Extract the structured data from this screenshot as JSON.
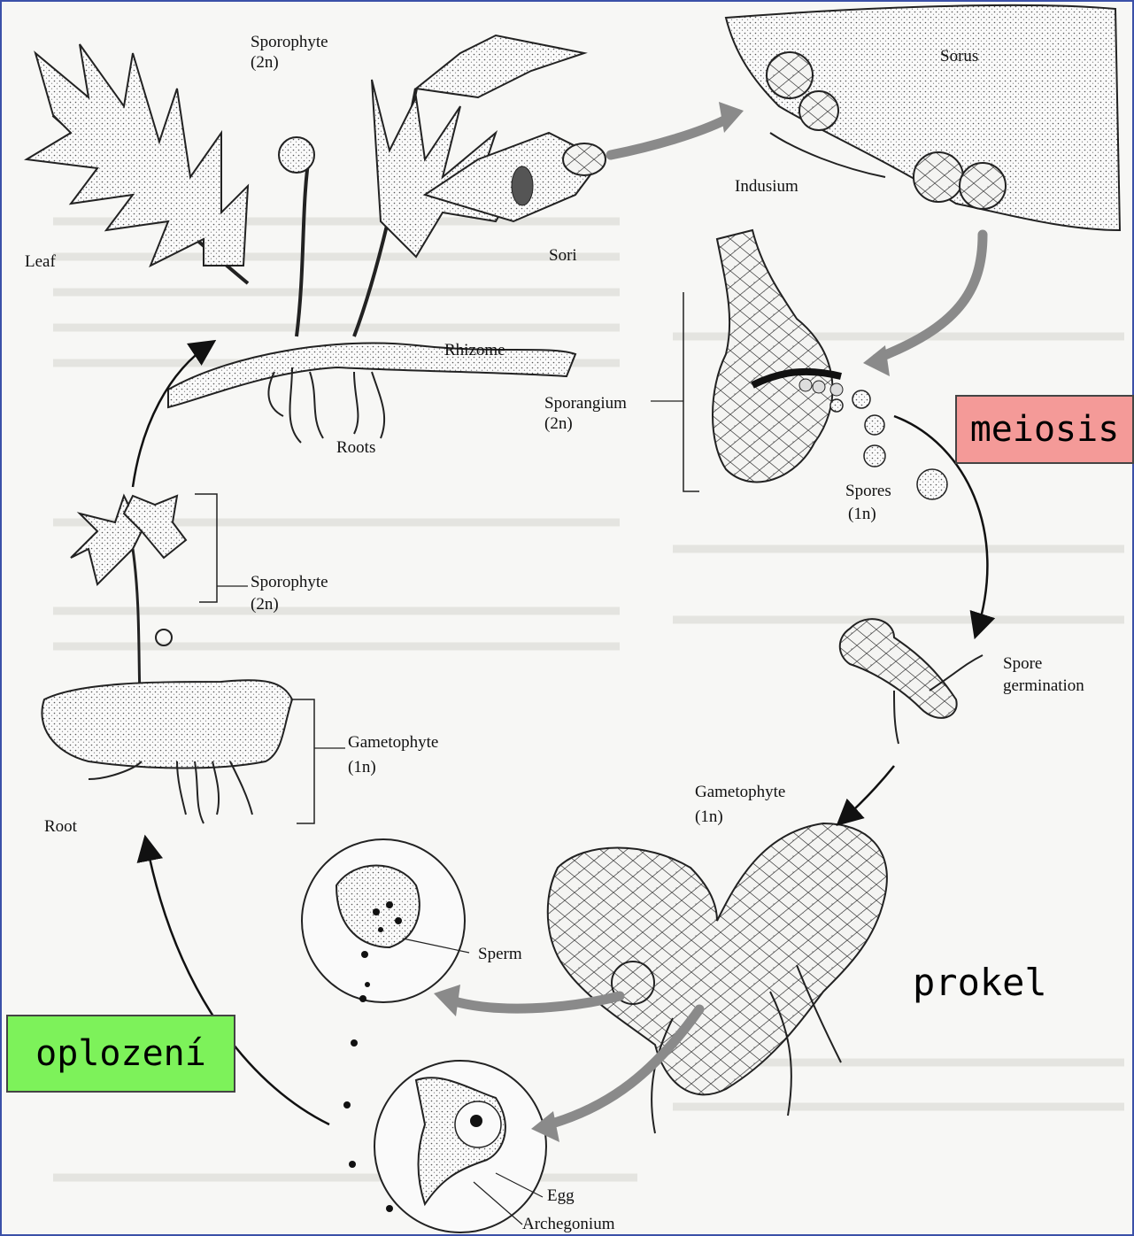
{
  "labels": {
    "leaf": "Leaf",
    "sporophyte_top": "Sporophyte",
    "sporophyte_top_ploidy": "(2n)",
    "sori": "Sori",
    "sorus": "Sorus",
    "indusium": "Indusium",
    "rhizome": "Rhizome",
    "roots": "Roots",
    "sporangium": "Sporangium",
    "sporangium_ploidy": "(2n)",
    "spores": "Spores",
    "spores_ploidy": "(1n)",
    "spore_germination_1": "Spore",
    "spore_germination_2": "germination",
    "sporophyte_young": "Sporophyte",
    "sporophyte_young_ploidy": "(2n)",
    "gametophyte_left": "Gametophyte",
    "gametophyte_left_ploidy": "(1n)",
    "root": "Root",
    "gametophyte_right": "Gametophyte",
    "gametophyte_right_ploidy": "(1n)",
    "sperm": "Sperm",
    "egg": "Egg",
    "archegonium": "Archegonium"
  },
  "annotations": {
    "meiosis": "meiosis",
    "prokel": "prokel",
    "oplozeni": "oplození"
  },
  "colors": {
    "meiosis_box": "#f49a98",
    "oplozeni_box": "#7df25a",
    "frame_border": "#3b50a8",
    "arrow_gray": "#8a8a8a"
  }
}
